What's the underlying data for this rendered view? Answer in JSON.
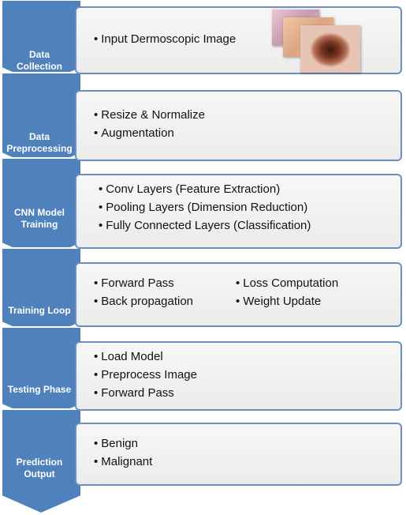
{
  "steps": [
    {
      "label_lines": [
        "Data",
        "Collection"
      ],
      "bullets": [
        "Input Dermoscopic Image"
      ]
    },
    {
      "label_lines": [
        "Data",
        "Preprocessing"
      ],
      "bullets": [
        "Resize & Normalize",
        "Augmentation"
      ]
    },
    {
      "label_lines": [
        "CNN Model",
        "Training"
      ],
      "bullets": [
        "Conv Layers (Feature Extraction)",
        "Pooling Layers (Dimension Reduction)",
        "Fully Connected Layers (Classification)"
      ]
    },
    {
      "label_lines": [
        "Training Loop"
      ],
      "bullets": [
        "Forward Pass",
        "Back propagation"
      ],
      "bullets_col2": [
        "Loss Computation",
        "Weight Update"
      ]
    },
    {
      "label_lines": [
        "Testing Phase"
      ],
      "bullets": [
        "Load Model",
        "Preprocess Image",
        "Forward Pass"
      ]
    },
    {
      "label_lines": [
        "Prediction",
        "Output"
      ],
      "bullets": [
        "Benign",
        "Malignant"
      ]
    }
  ],
  "colors": {
    "chevron_fill": "#4f81bd",
    "chevron_border": "#ffffff",
    "panel_border": "#6d8fc0"
  }
}
